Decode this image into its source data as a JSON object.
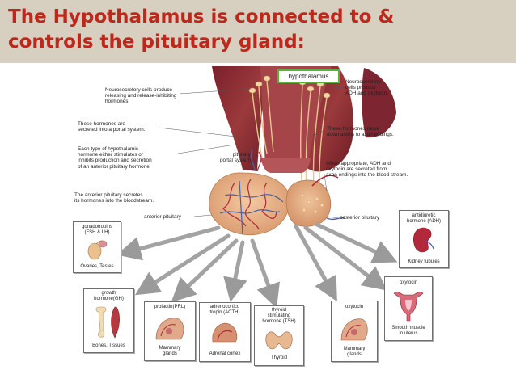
{
  "title": {
    "line1": "The Hypothalamus is connected to &",
    "line2": "controls the pituitary gland:"
  },
  "diagram": {
    "hypothalamus_label": "hypothalamus",
    "left_notes": {
      "neurosecretory_cells": [
        "Neurosecretory cells produce",
        "releasing and release-inhibiting",
        "hormones."
      ],
      "portal_system": [
        "These hormones are",
        "secreted into a portal system."
      ],
      "each_type": [
        "Each type of hypothalamic",
        "hormone either stimulates or",
        "inhibits production and secretion",
        "of an anterior pituitary hormone."
      ],
      "anterior_secretes": [
        "The anterior pituitary secretes",
        "its hormones into the bloodstream."
      ],
      "pituitary_portal_system": [
        "pituitary",
        "portal system"
      ],
      "anterior_pituitary": "anterior pituitary"
    },
    "right_notes": {
      "neurosecretory_adh": [
        "Neurosecretory",
        "cells produce",
        "ADH and oxytocin."
      ],
      "move_down": [
        "These hormones move",
        "down axons to axon endings."
      ],
      "when_appropriate": [
        "When appropriate, ADH and",
        "oxytocin are secreted from",
        "axon endings into the blood stream."
      ],
      "posterior_pituitary": "posterior pituitary"
    },
    "targets": {
      "gonadotropins": {
        "top": [
          "gonadotropins",
          "(FSH & LH)"
        ],
        "bottom": "Ovaries, Testes"
      },
      "growth": {
        "top": [
          "growth",
          "hormone(GH)"
        ],
        "bottom": "Bones, Tissues"
      },
      "prolactin": {
        "top": [
          "prolactin(PRL)"
        ],
        "bottom": [
          "Mammary",
          "glands"
        ]
      },
      "acth": {
        "top": [
          "adrenocortico",
          "tropin (ACTH)"
        ],
        "bottom": "Adrenal cortex"
      },
      "tsh": {
        "top": [
          "thyroid",
          "stimulating",
          "hormone (TSH)"
        ],
        "bottom": "Thyroid"
      },
      "oxytocin_mammary": {
        "top": [
          "oxytocin"
        ],
        "bottom": [
          "Mammary",
          "glands"
        ]
      },
      "oxytocin_uterus": {
        "top": [
          "oxytocin"
        ],
        "bottom": [
          "Smooth muscle",
          "in uterus"
        ]
      },
      "adh": {
        "top": [
          "antidiuretic",
          "hormone (ADH)"
        ],
        "bottom": "Kidney tubules"
      }
    }
  },
  "colors": {
    "title_text": "#c0271b",
    "title_band": "#d7cfc0",
    "hypothalamus_box_border": "#58b23a",
    "brain_tissue": "#8a2a33",
    "pituitary": "#e8b38a",
    "vessel_red": "#b3283a",
    "vessel_blue": "#4b5fa8",
    "arrow": "#9a9a9a"
  }
}
